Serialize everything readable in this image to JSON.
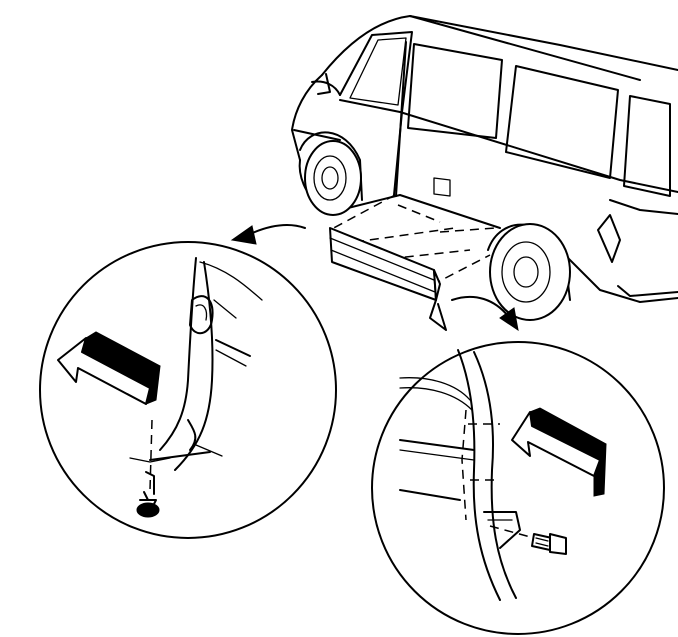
{
  "diagram": {
    "parts": [
      "van",
      "rocker-panel-molding",
      "front-fastener-detail",
      "rear-bolt-detail"
    ],
    "arrows": [
      "callout-to-front-detail",
      "callout-to-rear-detail",
      "front-install-direction",
      "rear-install-direction"
    ],
    "colors": {
      "line": "#000000",
      "background": "#ffffff"
    }
  }
}
